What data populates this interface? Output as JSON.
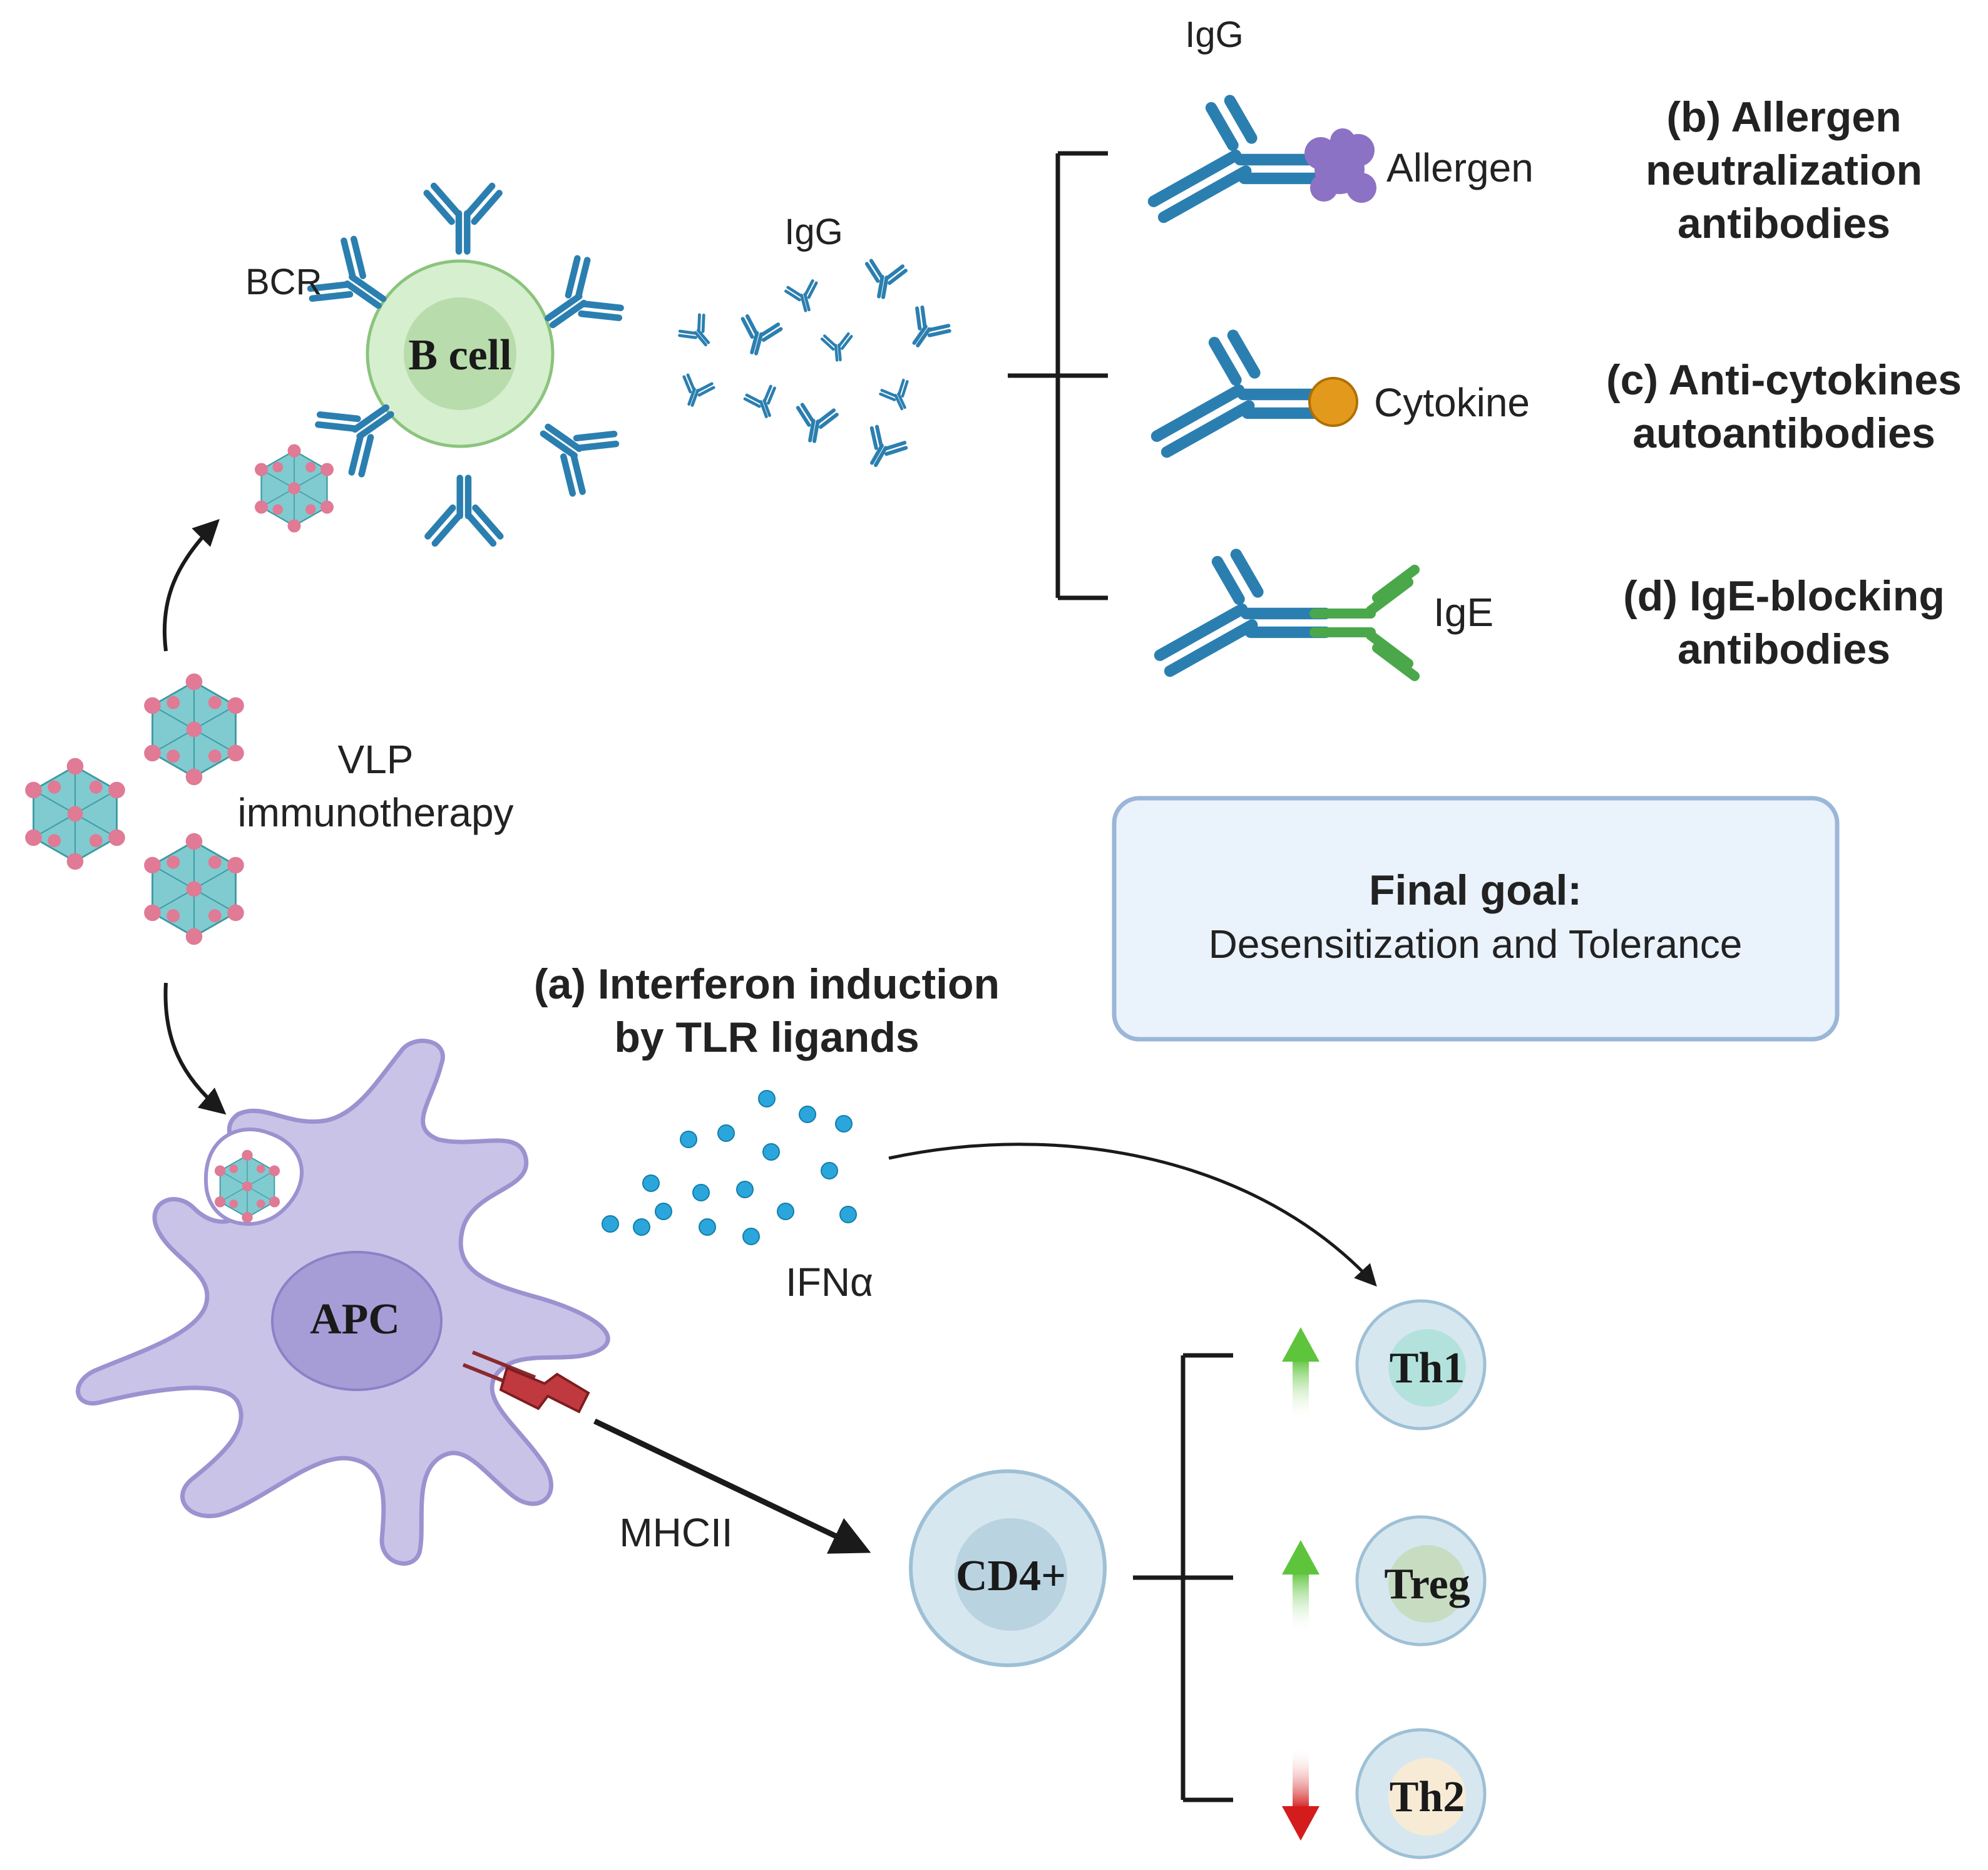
{
  "labels": {
    "bcr": "BCR",
    "b_cell": "B cell",
    "igg_cloud": "IgG",
    "igg_top": "IgG",
    "allergen": "Allergen",
    "cytokine": "Cytokine",
    "ige": "IgE",
    "vlp_line1": "VLP",
    "vlp_line2": "immunotherapy",
    "apc": "APC",
    "ifn": "IFNα",
    "mhcii": "MHCII",
    "cd4": "CD4+",
    "th1": "Th1",
    "treg": "Treg",
    "th2": "Th2"
  },
  "outcomes": {
    "b_line1": "(b) Allergen",
    "b_line2": "neutralization",
    "b_line3": "antibodies",
    "c_line1": "(c) Anti-cytokines",
    "c_line2": "autoantibodies",
    "d_line1": "(d) IgE-blocking",
    "d_line2": "antibodies",
    "a_line1": "(a) Interferon induction",
    "a_line2": "by TLR ligands"
  },
  "goal": {
    "title": "Final goal:",
    "text": "Desensitization and Tolerance"
  },
  "colors": {
    "igg": "#2b7fb0",
    "ige": "#4aa84a",
    "b_cell": "#d6efcf",
    "apc": "#c9c3e8",
    "vlp": "#7fcbd0",
    "vlp_spike": "#e07a95",
    "ifn_dot": "#2aa6dc",
    "cytokine": "#e39a1c",
    "allergen": "#8c72c4",
    "mhc": "#c0393f",
    "t_cell": "#d7e7f0",
    "arrow_up": "#5ec43c",
    "arrow_down": "#d41c1c",
    "goal_box": "#eaf2fb"
  }
}
